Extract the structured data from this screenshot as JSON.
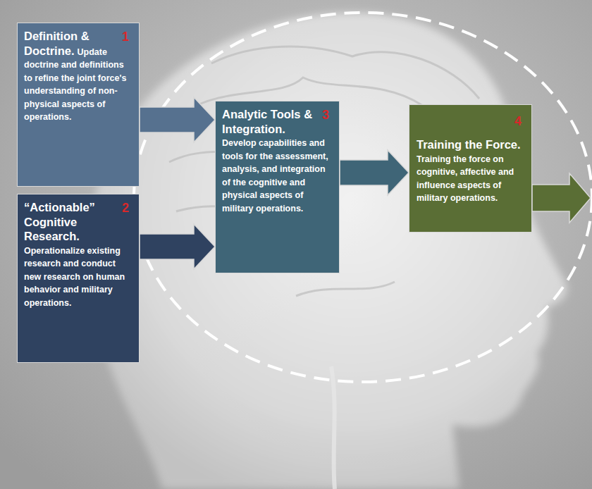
{
  "diagram": {
    "nodes": [
      {
        "text": [
          "Definition & Doctrine.",
          "Update doctrine and definitions to refine the joint force's understanding of non-physical aspects of operations."
        ]
      },
      {
        "text": [
          "“Actionable” Cognitive Research.",
          "Operationalize existing research and conduct new research on human behavior and military operations."
        ]
      },
      {
        "text": [
          "Analytic Tools & Integration.",
          "Develop capabilities and tools for the assessment, analysis, and integration of the cognitive and physical aspects of military operations."
        ]
      },
      {
        "text": [
          "Training the Force.",
          "Training the force on cognitive, affective and influence aspects of military operations."
        ]
      }
    ],
    "edges": [
      {
        "from": 0,
        "to": 2,
        "arrow": "to"
      },
      {
        "from": 1,
        "to": 2,
        "arrow": "to"
      },
      {
        "from": 2,
        "to": 3,
        "arrow": "to"
      }
    ],
    "labels": [
      "1",
      "2",
      "3",
      "4"
    ]
  }
}
